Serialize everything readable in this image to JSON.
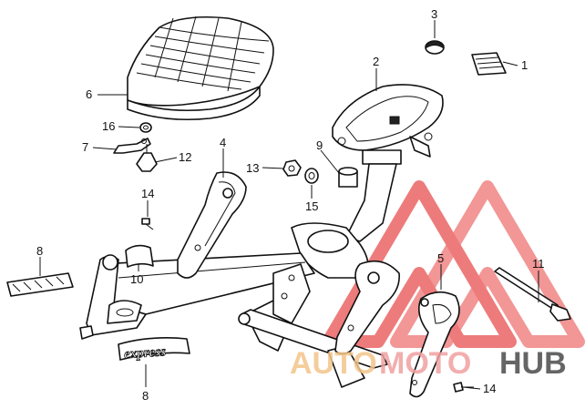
{
  "callouts": [
    {
      "id": "c1",
      "label": "1"
    },
    {
      "id": "c2",
      "label": "2"
    },
    {
      "id": "c3",
      "label": "3"
    },
    {
      "id": "c4",
      "label": "4"
    },
    {
      "id": "c5",
      "label": "5"
    },
    {
      "id": "c6",
      "label": "6"
    },
    {
      "id": "c7",
      "label": "7"
    },
    {
      "id": "c8a",
      "label": "8"
    },
    {
      "id": "c8b",
      "label": "8"
    },
    {
      "id": "c9",
      "label": "9"
    },
    {
      "id": "c10",
      "label": "10"
    },
    {
      "id": "c11",
      "label": "11"
    },
    {
      "id": "c12",
      "label": "12"
    },
    {
      "id": "c13",
      "label": "13"
    },
    {
      "id": "c14a",
      "label": "14"
    },
    {
      "id": "c14b",
      "label": "14"
    },
    {
      "id": "c15",
      "label": "15"
    },
    {
      "id": "c16",
      "label": "16"
    }
  ],
  "emblem_text": "express",
  "watermark": {
    "part1": "AUTO",
    "part2": "MOTO",
    "part3": "HUB",
    "colors": {
      "auto": "#f2c48a",
      "moto": "#f0a0a0",
      "hub": "#4a4a4a",
      "triangle": "#e85050"
    }
  }
}
